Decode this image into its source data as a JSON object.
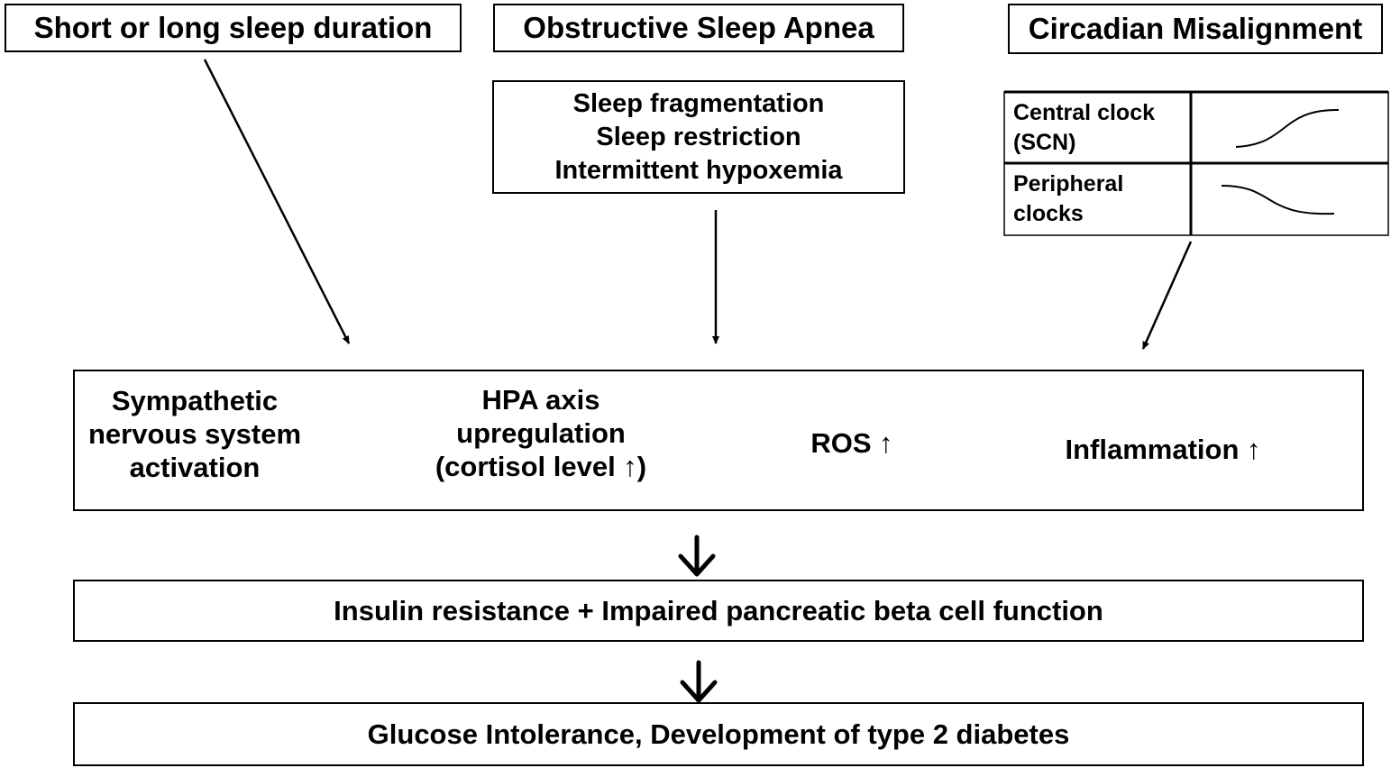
{
  "causes": {
    "sleep_duration": "Short or long sleep duration",
    "osa": "Obstructive Sleep Apnea",
    "circadian": "Circadian Misalignment"
  },
  "osa_mechanisms": [
    "Sleep fragmentation",
    "Sleep restriction",
    "Intermittent hypoxemia"
  ],
  "clocks": {
    "central_line1": "Central clock",
    "central_line2": "(SCN)",
    "peripheral_line1": "Peripheral",
    "peripheral_line2": "clocks"
  },
  "factors": {
    "sns_line1": "Sympathetic",
    "sns_line2": "nervous system",
    "sns_line3": "activation",
    "hpa_line1": "HPA axis",
    "hpa_line2": "upregulation",
    "hpa_line3": "(cortisol level ↑)",
    "ros": "ROS ↑",
    "inflammation": "Inflammation ↑"
  },
  "outcomes": {
    "insulin": "Insulin resistance + Impaired pancreatic beta cell function",
    "glucose": "Glucose Intolerance, Development of type 2 diabetes"
  }
}
